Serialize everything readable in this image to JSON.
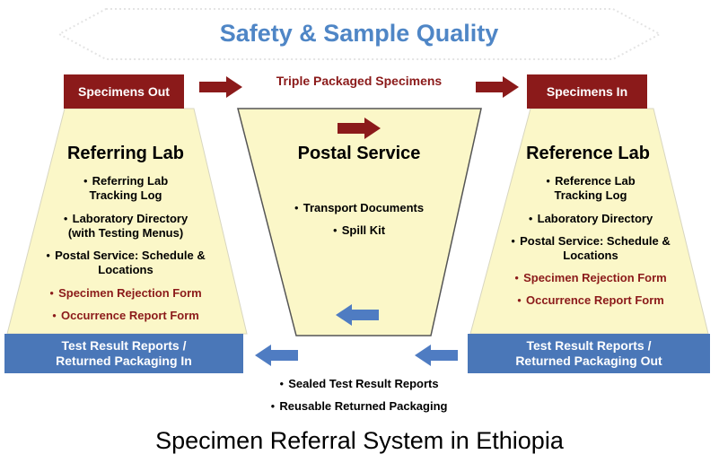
{
  "title": "Safety & Sample Quality",
  "flow_label": "Triple Packaged Specimens",
  "left": {
    "header": "Specimens Out",
    "name": "Referring Lab",
    "items": [
      {
        "text": "Referring Lab\nTracking Log",
        "highlight": false
      },
      {
        "text": "Laboratory Directory\n(with Testing Menus)",
        "highlight": false
      },
      {
        "text": "Postal Service:  Schedule &\nLocations",
        "highlight": false
      },
      {
        "text": "Specimen Rejection Form",
        "highlight": true
      },
      {
        "text": "Occurrence Report Form",
        "highlight": true
      }
    ],
    "footer": "Test Result Reports /\nReturned Packaging In"
  },
  "center": {
    "name": "Postal Service",
    "items": [
      "Transport Documents",
      "Spill Kit"
    ]
  },
  "right": {
    "header": "Specimens In",
    "name": "Reference Lab",
    "items": [
      {
        "text": "Reference Lab\nTracking Log",
        "highlight": false
      },
      {
        "text": "Laboratory Directory",
        "highlight": false
      },
      {
        "text": "Postal Service:  Schedule &\nLocations",
        "highlight": false
      },
      {
        "text": "Specimen Rejection Form",
        "highlight": true
      },
      {
        "text": "Occurrence Report Form",
        "highlight": true
      }
    ],
    "footer": "Test Result Reports /\nReturned Packaging Out"
  },
  "return_items": [
    "Sealed Test Result Reports",
    "Reusable Returned Packaging"
  ],
  "caption": "Specimen Referral System in Ethiopia",
  "colors": {
    "title_blue": "#4f86c6",
    "dark_red": "#8b1a1a",
    "panel_fill": "#fbf7c8",
    "footer_blue": "#4a77b8",
    "arrow_blue": "#4f7cc2"
  }
}
